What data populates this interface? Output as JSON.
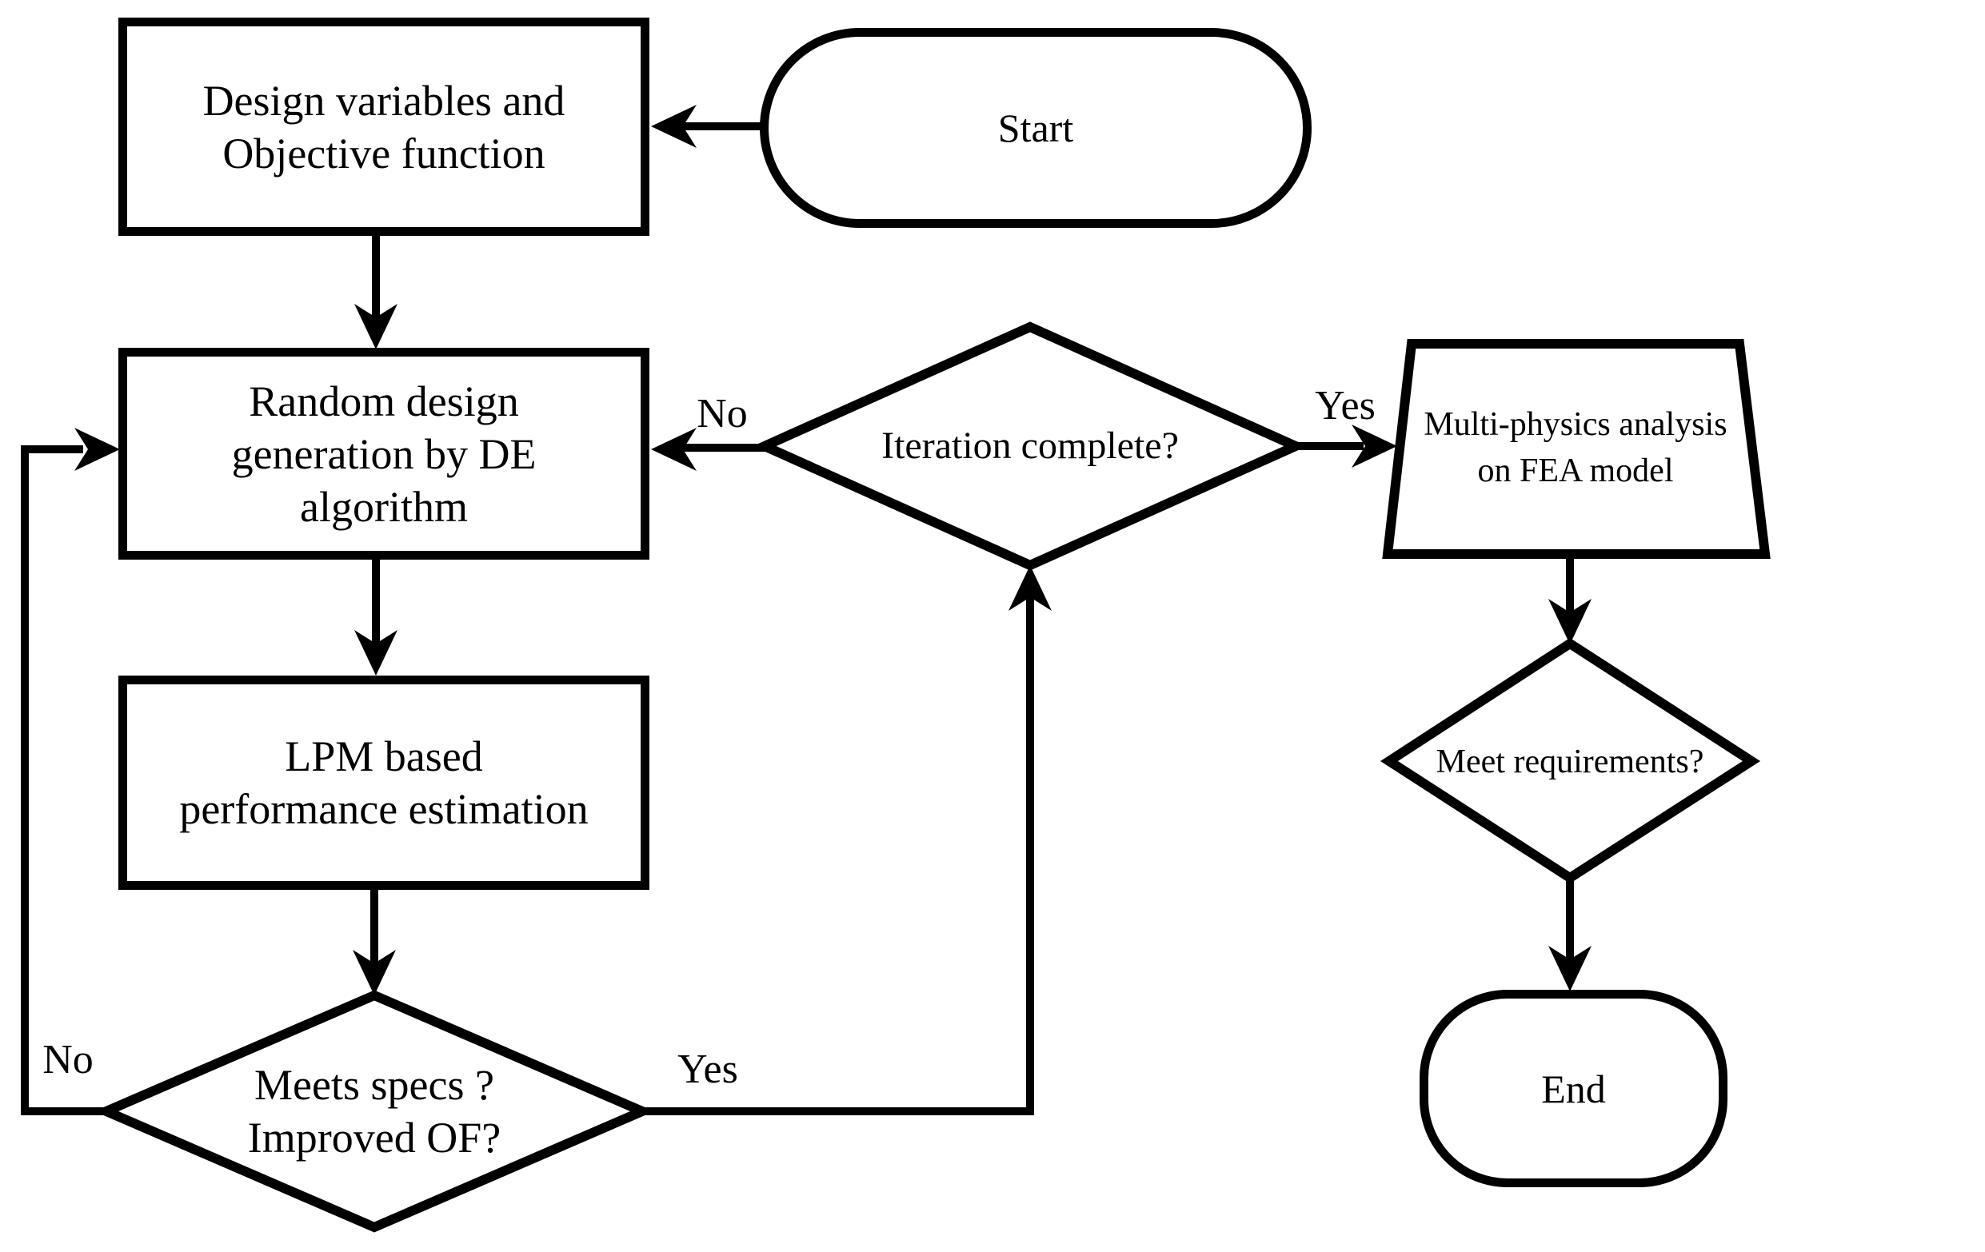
{
  "diagram": {
    "nodes": {
      "start": {
        "label": "Start"
      },
      "design_variables": {
        "lines": [
          "Design variables and",
          "Objective function"
        ]
      },
      "random_design": {
        "lines": [
          "Random design",
          "generation by DE",
          "algorithm"
        ]
      },
      "lpm_estimation": {
        "lines": [
          "LPM based",
          "performance estimation"
        ]
      },
      "meets_specs": {
        "lines": [
          "Meets specs ?",
          "Improved OF?"
        ]
      },
      "iteration_complete": {
        "label": "Iteration complete?"
      },
      "fea_analysis": {
        "lines": [
          "Multi-physics analysis",
          "on FEA model"
        ]
      },
      "meet_requirements": {
        "label": "Meet requirements?"
      },
      "end": {
        "label": "End"
      }
    },
    "edge_labels": {
      "meets_specs_no": "No",
      "meets_specs_yes": "Yes",
      "iteration_complete_no": "No",
      "iteration_complete_yes": "Yes"
    },
    "colors": {
      "stroke": "#000000",
      "fill": "#ffffff",
      "background": "#ffffff",
      "text": "#000000"
    }
  }
}
